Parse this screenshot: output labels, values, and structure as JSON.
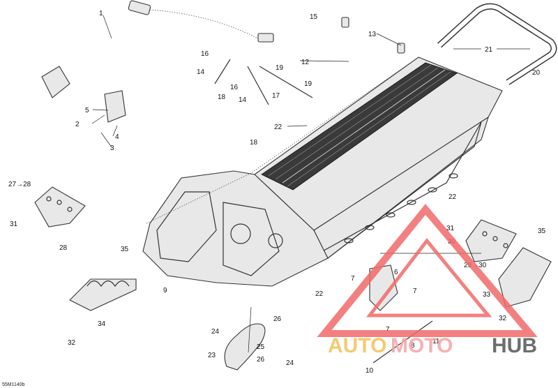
{
  "diagram": {
    "code": "55M1140b",
    "callouts": [
      {
        "id": "c1",
        "text": "1"
      },
      {
        "id": "c2",
        "text": "2"
      },
      {
        "id": "c3",
        "text": "3"
      },
      {
        "id": "c4",
        "text": "4"
      },
      {
        "id": "c5",
        "text": "5"
      },
      {
        "id": "c6",
        "text": "6"
      },
      {
        "id": "c7a",
        "text": "7"
      },
      {
        "id": "c7b",
        "text": "7"
      },
      {
        "id": "c7c",
        "text": "7"
      },
      {
        "id": "c8",
        "text": "8"
      },
      {
        "id": "c9",
        "text": "9"
      },
      {
        "id": "c10",
        "text": "10"
      },
      {
        "id": "c11",
        "text": "11"
      },
      {
        "id": "c12",
        "text": "12"
      },
      {
        "id": "c13",
        "text": "13"
      },
      {
        "id": "c14a",
        "text": "14"
      },
      {
        "id": "c14b",
        "text": "14"
      },
      {
        "id": "c15",
        "text": "15"
      },
      {
        "id": "c16a",
        "text": "16"
      },
      {
        "id": "c16b",
        "text": "16"
      },
      {
        "id": "c17",
        "text": "17"
      },
      {
        "id": "c18a",
        "text": "18"
      },
      {
        "id": "c18b",
        "text": "18"
      },
      {
        "id": "c19a",
        "text": "19"
      },
      {
        "id": "c19b",
        "text": "19"
      },
      {
        "id": "c20",
        "text": "20"
      },
      {
        "id": "c21",
        "text": "21"
      },
      {
        "id": "c22a",
        "text": "22"
      },
      {
        "id": "c22b",
        "text": "22"
      },
      {
        "id": "c22c",
        "text": "22"
      },
      {
        "id": "c23",
        "text": "23"
      },
      {
        "id": "c24a",
        "text": "24"
      },
      {
        "id": "c24b",
        "text": "24"
      },
      {
        "id": "c25",
        "text": "25"
      },
      {
        "id": "c26a",
        "text": "26"
      },
      {
        "id": "c26b",
        "text": "26"
      },
      {
        "id": "c27",
        "text": "27→28"
      },
      {
        "id": "c28",
        "text": "28"
      },
      {
        "id": "c29",
        "text": "29→30"
      },
      {
        "id": "c30",
        "text": "30"
      },
      {
        "id": "c31a",
        "text": "31"
      },
      {
        "id": "c31b",
        "text": "31"
      },
      {
        "id": "c32a",
        "text": "32"
      },
      {
        "id": "c32b",
        "text": "32"
      },
      {
        "id": "c33",
        "text": "33"
      },
      {
        "id": "c34",
        "text": "34"
      },
      {
        "id": "c35a",
        "text": "35"
      },
      {
        "id": "c35b",
        "text": "35"
      }
    ]
  },
  "watermark": {
    "part1": "AUTO",
    "part2": "MOTO",
    "part3": "HUB",
    "colors": {
      "auto": "#f2c35a",
      "moto": "#f4a4a4",
      "hub": "#555555",
      "triangle": "#f26a6a"
    }
  }
}
